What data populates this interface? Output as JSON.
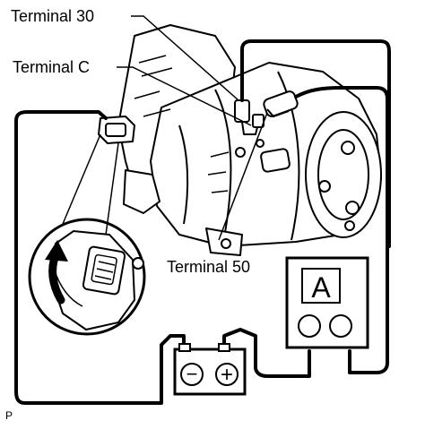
{
  "labels": {
    "terminal_30": "Terminal 30",
    "terminal_c": "Terminal C",
    "terminal_50": "Terminal 50",
    "ammeter_symbol": "A",
    "corner_mark": "P"
  },
  "battery": {
    "negative_symbol": "−",
    "positive_symbol": "+"
  }
}
